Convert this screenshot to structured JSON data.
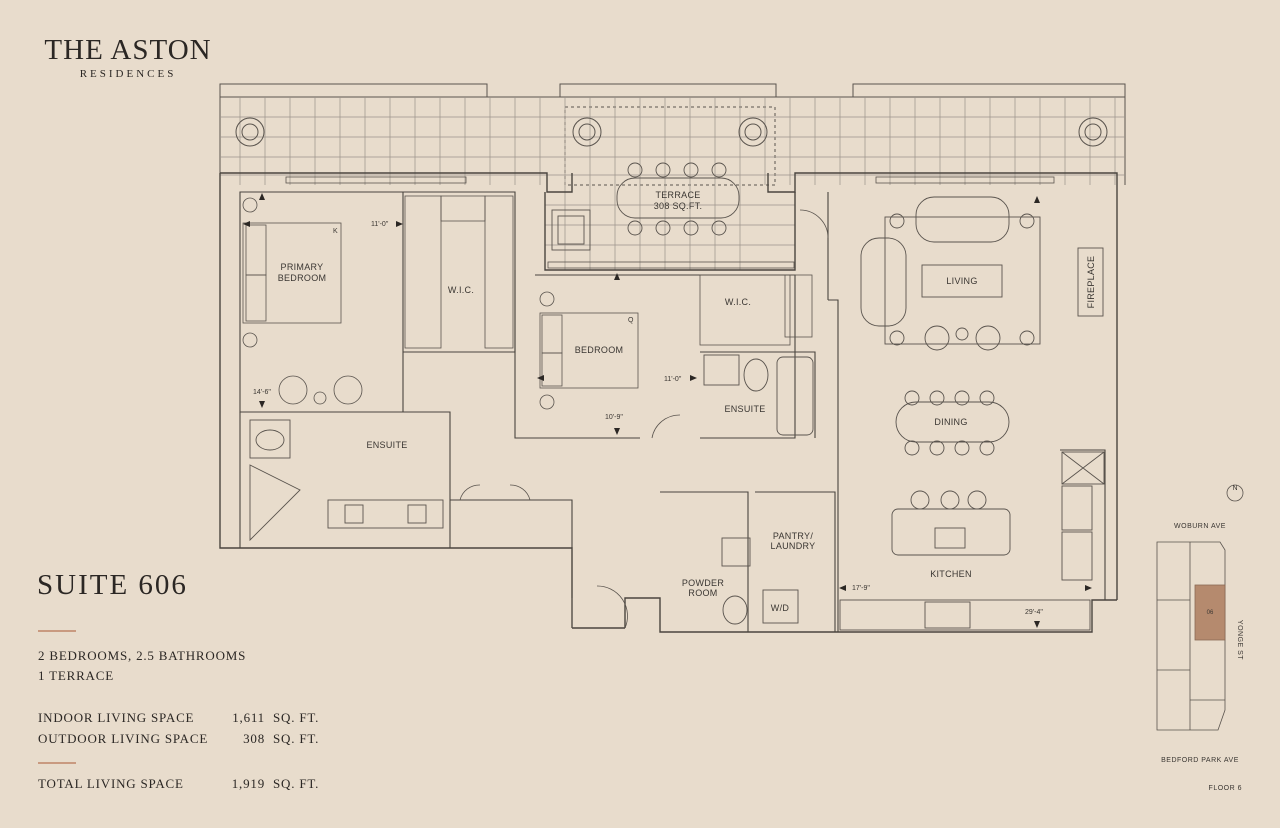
{
  "brand": {
    "name": "THE ASTON",
    "tagline": "RESIDENCES"
  },
  "suite": {
    "title": "SUITE 606",
    "bedrooms_baths": "2 BEDROOMS, 2.5 BATHROOMS",
    "terraces": "1 TERRACE",
    "indoor_label": "INDOOR LIVING SPACE",
    "indoor_value": "1,611",
    "indoor_unit": "SQ. FT.",
    "outdoor_label": "OUTDOOR LIVING SPACE",
    "outdoor_value": "308",
    "outdoor_unit": "SQ. FT.",
    "total_label": "TOTAL LIVING SPACE",
    "total_value": "1,919",
    "total_unit": "SQ. FT."
  },
  "rooms": {
    "primary_bedroom_1": "PRIMARY",
    "primary_bedroom_2": "BEDROOM",
    "wic_primary": "W.I.C.",
    "terrace_1": "TERRACE",
    "terrace_2": "308 SQ.FT.",
    "wic_second": "W.I.C.",
    "bedroom": "BEDROOM",
    "living": "LIVING",
    "fireplace": "FIREPLACE",
    "ensuite_primary": "ENSUITE",
    "ensuite_second": "ENSUITE",
    "dining": "DINING",
    "pantry_1": "PANTRY/",
    "pantry_2": "LAUNDRY",
    "powder_1": "POWDER",
    "powder_2": "ROOM",
    "wd": "W/D",
    "kitchen": "KITCHEN",
    "bed_k": "K",
    "bed_q": "Q"
  },
  "dimensions": {
    "primary_w": "11'-0\"",
    "primary_h": "14'-6\"",
    "bed_w": "11'-0\"",
    "bed_h": "10'-9\"",
    "living_w": "17'-9\"",
    "living_h": "29'-4\""
  },
  "key_plan": {
    "north": "N",
    "street_top": "WOBURN AVE",
    "street_right": "YONGE ST",
    "street_bottom": "BEDFORD PARK AVE",
    "unit": "06",
    "floor": "FLOOR 6"
  },
  "colors": {
    "background": "#e8dccc",
    "ink": "#2b2724",
    "accent_rule": "#c99a80",
    "unit_highlight": "#b58a6e"
  }
}
